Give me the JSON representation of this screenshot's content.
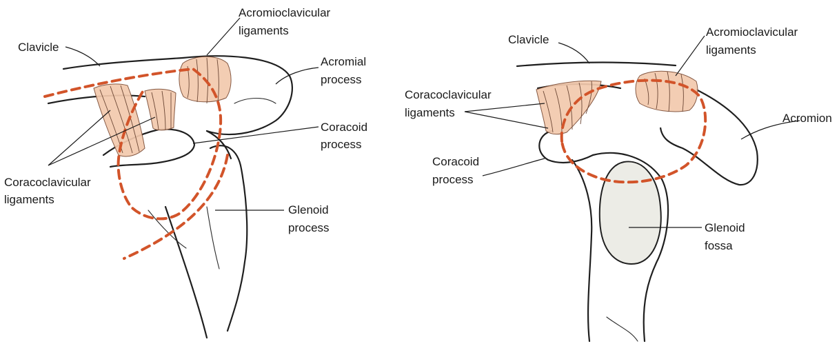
{
  "left_figure": {
    "labels": {
      "acromioclavicular": [
        "Acromioclavicular",
        "ligaments"
      ],
      "clavicle": [
        "Clavicle"
      ],
      "acromial_process": [
        "Acromial",
        "process"
      ],
      "coracoid_process": [
        "Coracoid",
        "process"
      ],
      "coracoclavicular": [
        "Coracoclavicular",
        "ligaments"
      ],
      "glenoid_process": [
        "Glenoid",
        "process"
      ]
    }
  },
  "right_figure": {
    "labels": {
      "clavicle": [
        "Clavicle"
      ],
      "acromioclavicular": [
        "Acromioclavicular",
        "ligaments"
      ],
      "coracoclavicular": [
        "Coracoclavicular",
        "ligaments"
      ],
      "acromion": [
        "Acromion"
      ],
      "coracoid_process": [
        "Coracoid",
        "process"
      ],
      "glenoid_fossa": [
        "Glenoid",
        "fossa"
      ]
    }
  },
  "colors": {
    "dashed_outline": "#d2542a",
    "ligament_fill": "#f3c9ad",
    "fossa_fill": "#ecece6"
  }
}
